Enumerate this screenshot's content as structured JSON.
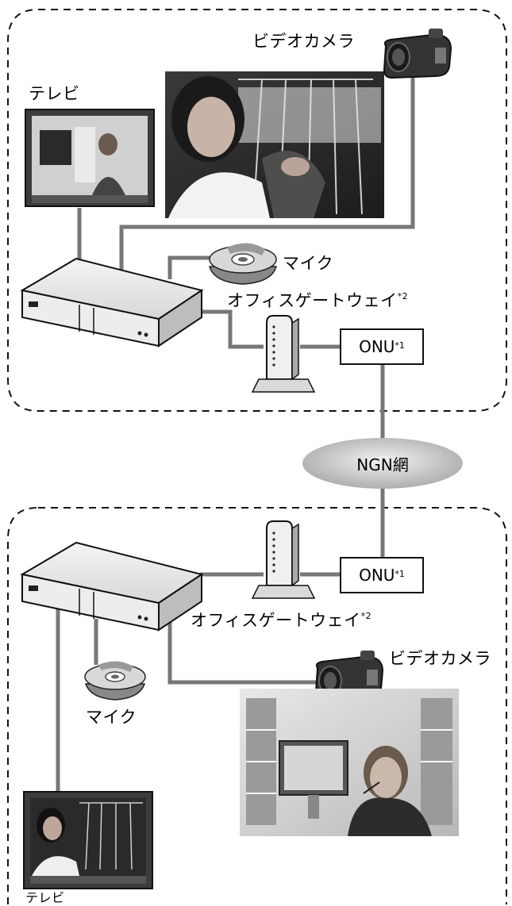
{
  "site_top": {
    "tv_label": "テレビ",
    "camera_label": "ビデオカメラ",
    "mic_label": "マイク",
    "gateway_label": "オフィスゲートウェイ",
    "gateway_note": "*2",
    "onu_label": "ONU",
    "onu_note": "*1"
  },
  "network": {
    "label": "NGN網"
  },
  "site_bottom": {
    "tv_label": "テレビ",
    "camera_label": "ビデオカメラ",
    "mic_label": "マイク",
    "gateway_label": "オフィスゲートウェイ",
    "gateway_note": "*2",
    "onu_label": "ONU",
    "onu_note": "*1"
  }
}
